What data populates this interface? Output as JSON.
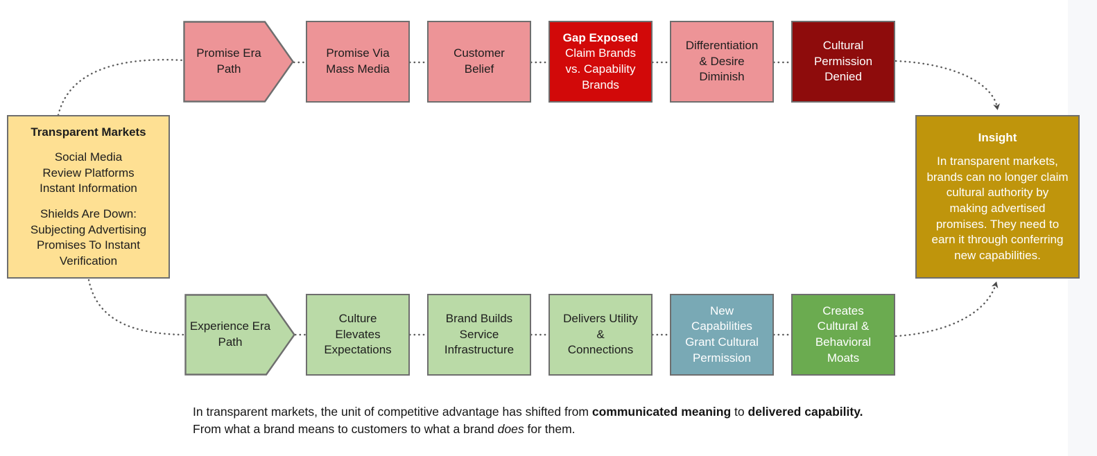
{
  "diagram": {
    "title_hidden": "",
    "colors": {
      "pink": "#ed9497",
      "bright_red": "#d20909",
      "dark_red": "#8e0c0c",
      "light_green": "#badaa7",
      "teal": "#79a9b5",
      "dark_green": "#6bab50",
      "gold": "#bf950c",
      "light_yellow": "#fee093",
      "border": "#6e6e6e",
      "connector": "#5a5a5a",
      "background": "#ffffff"
    },
    "source": {
      "title": "Transparent Markets",
      "group_a": [
        "Social Media",
        "Review Platforms",
        "Instant Information"
      ],
      "group_b": [
        "Shields Are Down:",
        "Subjecting Advertising",
        "Promises To Instant",
        "Verification"
      ]
    },
    "top_row": [
      {
        "shape": "chevron",
        "lines": [
          "Promise Era",
          "Path"
        ],
        "fill": "pink",
        "text": "dark"
      },
      {
        "shape": "box",
        "lines": [
          "Promise Via",
          "Mass Media"
        ],
        "fill": "pink",
        "text": "dark"
      },
      {
        "shape": "box",
        "lines": [
          "Customer",
          "Belief"
        ],
        "fill": "pink",
        "text": "dark"
      },
      {
        "shape": "box",
        "title": "Gap Exposed",
        "lines": [
          "Claim Brands",
          "vs. Capability",
          "Brands"
        ],
        "fill": "bright_red",
        "text": "light"
      },
      {
        "shape": "box",
        "lines": [
          "Differentiation",
          "& Desire",
          "Diminish"
        ],
        "fill": "pink",
        "text": "dark"
      },
      {
        "shape": "box",
        "lines": [
          "Cultural",
          "Permission",
          "Denied"
        ],
        "fill": "dark_red",
        "text": "light"
      }
    ],
    "bottom_row": [
      {
        "shape": "chevron",
        "lines": [
          "Experience",
          "Era Path"
        ],
        "fill": "light_green",
        "text": "dark"
      },
      {
        "shape": "box",
        "lines": [
          "Culture",
          "Elevates",
          "Expectations"
        ],
        "fill": "light_green",
        "text": "dark"
      },
      {
        "shape": "box",
        "lines": [
          "Brand Builds",
          "Service",
          "Infrastructure"
        ],
        "fill": "light_green",
        "text": "dark"
      },
      {
        "shape": "box",
        "lines": [
          "Delivers Utility",
          "&",
          "Connections"
        ],
        "fill": "light_green",
        "text": "dark"
      },
      {
        "shape": "box",
        "lines": [
          "New",
          "Capabilities",
          "Grant Cultural",
          "Permission"
        ],
        "fill": "teal",
        "text": "light"
      },
      {
        "shape": "box",
        "lines": [
          "Creates",
          "Cultural &",
          "Behavioral",
          "Moats"
        ],
        "fill": "dark_green",
        "text": "light"
      }
    ],
    "insight": {
      "title": "Insight",
      "body": "In transparent markets, brands can no longer claim cultural authority by making advertised promises. They need to earn it through conferring new capabilities."
    },
    "caption": {
      "part1": "In transparent markets, the unit of competitive advantage has shifted from ",
      "bold1": "communicated meaning",
      "part2": " to ",
      "bold2": "delivered capability.",
      "part3": " From what a brand means to customers to what a brand ",
      "italic1": "does",
      "part4": " for them."
    }
  }
}
